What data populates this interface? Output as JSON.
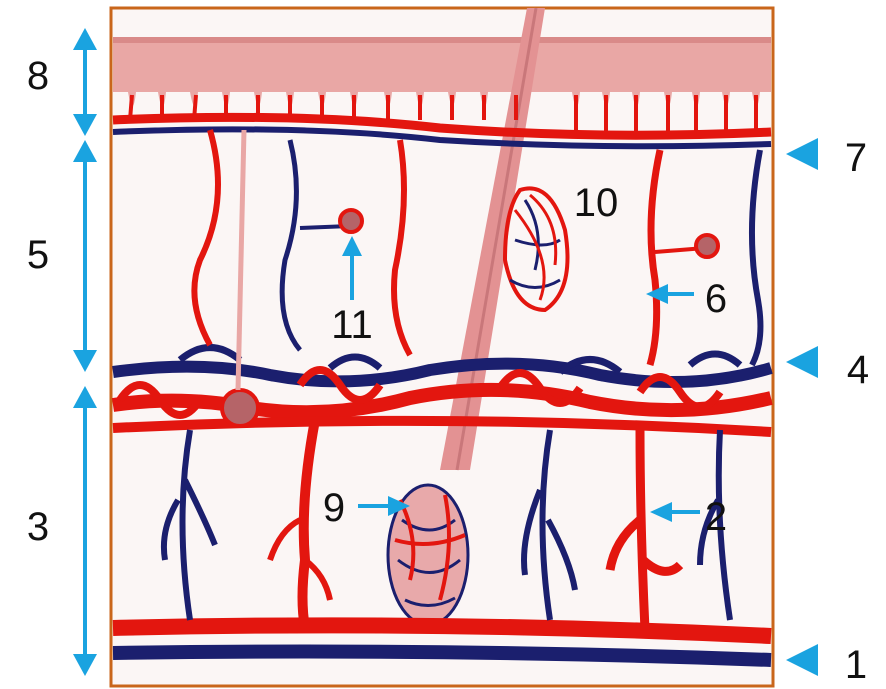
{
  "labels": {
    "l1": "1",
    "l2": "2",
    "l3": "3",
    "l4": "4",
    "l5": "5",
    "l6": "6",
    "l7": "7",
    "l8": "8",
    "l9": "9",
    "l10": "10",
    "l11": "11"
  },
  "colors": {
    "artery": "#e3160f",
    "vein": "#1b1f6e",
    "pointer": "#1aa3e0",
    "frame": "#c9661b",
    "epidermis": "#e9a7a5",
    "dermis_background": "#fbf6f5",
    "hair": "#e39293",
    "node": "#b56468"
  }
}
